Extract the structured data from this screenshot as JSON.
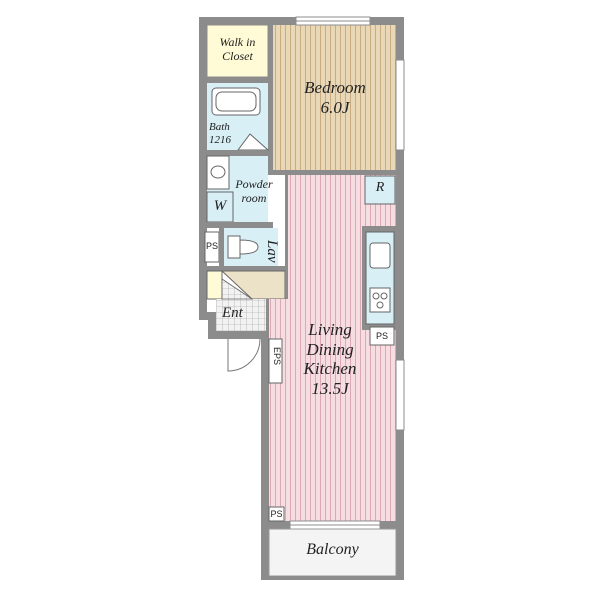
{
  "rooms": {
    "walk_in_closet": {
      "line1": "Walk in",
      "line2": "Closet"
    },
    "bedroom": {
      "name": "Bedroom",
      "size": "6.0J"
    },
    "bath": {
      "name": "Bath",
      "size": "1216"
    },
    "powder_room": {
      "line1": "Powder",
      "line2": "room"
    },
    "washer": "W",
    "refrigerator": "R",
    "lavatory": "Lav",
    "entrance": "Ent",
    "ldk": {
      "line1": "Living",
      "line2": "Dining",
      "line3": "Kitchen",
      "size": "13.5J"
    },
    "eps": "EPS",
    "balcony": "Balcony"
  },
  "ps_labels": [
    "PS",
    "PS",
    "PS"
  ],
  "colors": {
    "walls": "#8c8c8c",
    "closet": "#fffbd6",
    "bedroom_floor": "#e6d3b0",
    "bedroom_stripe": "#c9ad80",
    "bath": "#d8eff5",
    "ldk_floor": "#f6dce1",
    "ldk_stripe": "#d9a8b2",
    "kitchen": "#d8eff5",
    "entry_tile": "#e8e8e8",
    "balcony": "#f4f4f4"
  }
}
